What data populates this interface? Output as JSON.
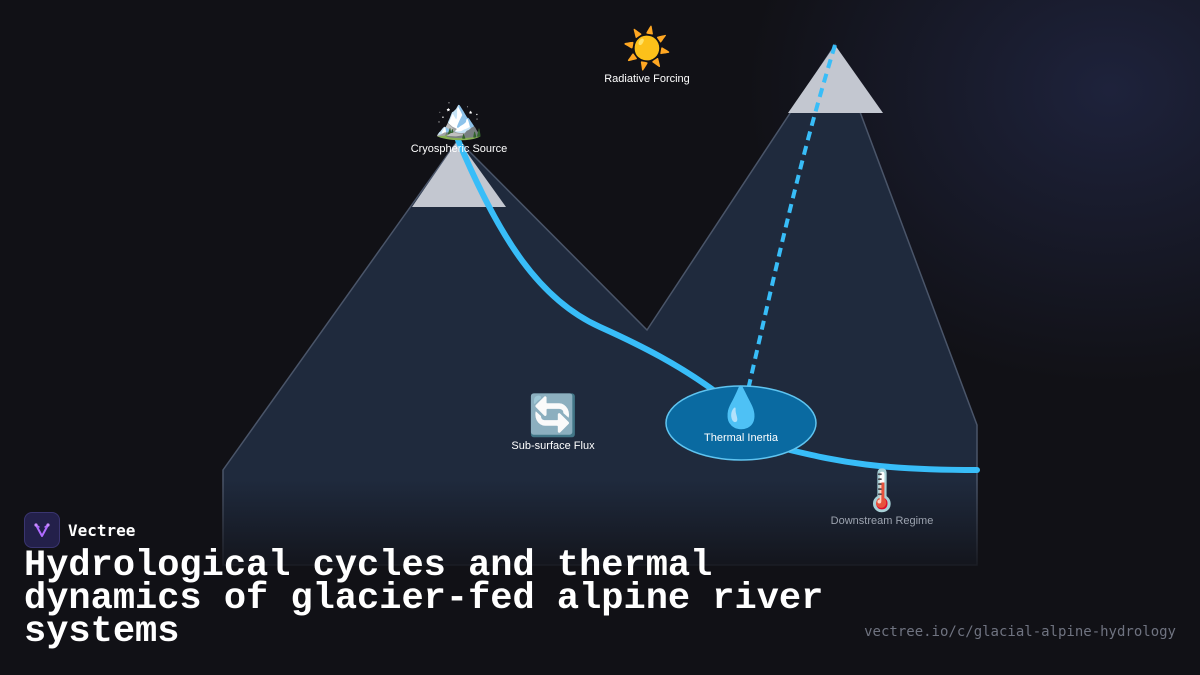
{
  "brand": {
    "name": "Vectree"
  },
  "title": "Hydrological cycles and thermal dynamics of glacier-fed alpine river systems",
  "url": "vectree.io/c/glacial-alpine-hydrology",
  "nodes": {
    "radiative": {
      "label": "Radiative Forcing",
      "icon": "sun-icon",
      "glyph": "☀️"
    },
    "cryo": {
      "label": "Cryospheric Source",
      "icon": "snow-mountain-icon",
      "glyph": "🏔️"
    },
    "subsurface": {
      "label": "Sub-surface Flux",
      "icon": "cycle-arrows-icon",
      "glyph": "🔄"
    },
    "thermal": {
      "label": "Thermal Inertia",
      "icon": "droplet-icon",
      "glyph": "💧"
    },
    "downstream": {
      "label": "Downstream Regime",
      "icon": "thermometer-icon",
      "glyph": "🌡️"
    }
  },
  "colors": {
    "background": "#111116",
    "mountain_fill": "#1f2a3d",
    "snow": "#c3c7d0",
    "river": "#38bdf8",
    "pool": "#0a6aa1",
    "text": "#ffffff",
    "muted_text": "#9ca3af"
  }
}
